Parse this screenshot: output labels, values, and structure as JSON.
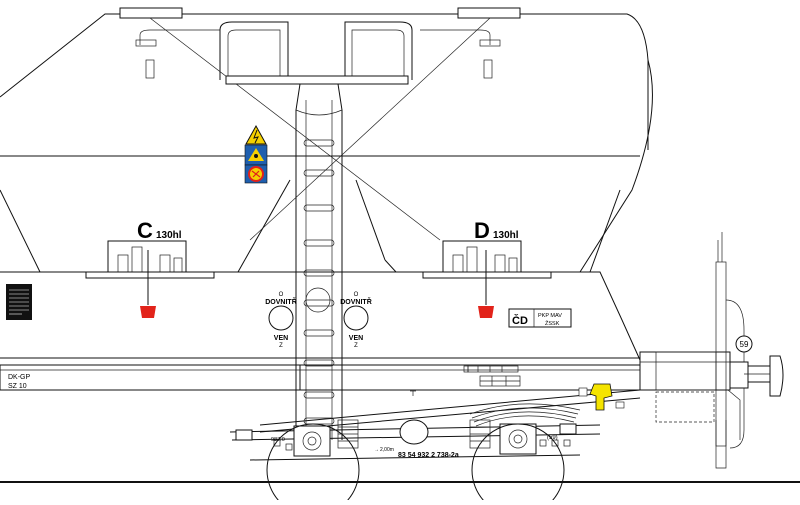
{
  "hopper_labels": {
    "c_letter": "C",
    "c_capacity": "130hl",
    "d_letter": "D",
    "d_capacity": "130hl"
  },
  "valves": {
    "left": {
      "top": "O",
      "main": "DOVNITŘ",
      "bottom": "VEN",
      "sub": "Z"
    },
    "right": {
      "top": "O",
      "main": "DOVNITŘ",
      "bottom": "VEN",
      "sub": "Z"
    }
  },
  "owner_plate": {
    "mark": "ČD",
    "line1": "PKP  MAV",
    "line2": "ŽSSK"
  },
  "side_marks": {
    "brake_code_1": "DK-GP",
    "brake_code_2": "SZ 10",
    "speed_circle": "59",
    "bogie_left_note": "987.0",
    "bogie_right_note": "(59)",
    "wagon_number": "83 54 932 2 738-2a",
    "pivot_distance": "2,00m"
  },
  "colors": {
    "body_line": "#111111",
    "discharge_red": "#e2231a",
    "buffer_yellow": "#f5e400",
    "warning_yellow": "#f5d000",
    "sign_blue": "#1f5fae",
    "sign_black": "#111111"
  }
}
